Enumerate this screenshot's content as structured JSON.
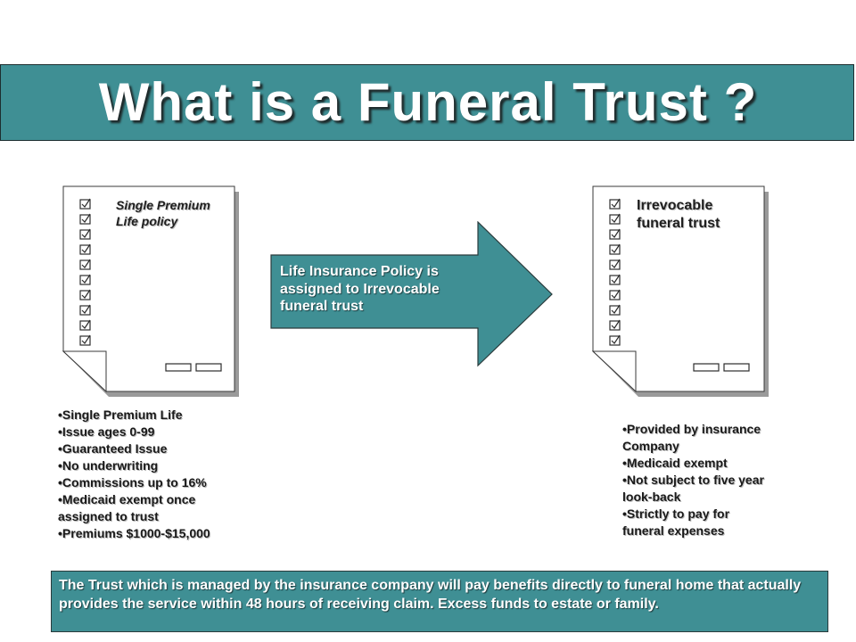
{
  "title": "What is a Funeral Trust ?",
  "left_document": {
    "label": "Single Premium Life policy",
    "bullets": [
      "Single Premium Life",
      "Issue ages 0-99",
      "Guaranteed Issue",
      "No underwriting",
      "Commissions up to 16%",
      "Medicaid exempt once assigned to trust",
      "Premiums $1000-$15,000"
    ]
  },
  "arrow": {
    "text": "Life Insurance Policy is assigned to Irrevocable funeral trust"
  },
  "right_document": {
    "label": "Irrevocable funeral trust",
    "bullets": [
      "Provided by insurance Company",
      "Medicaid exempt",
      "Not subject to five year look-back",
      "Strictly to pay for funeral expenses"
    ]
  },
  "footer": {
    "text": "The Trust which is managed by the insurance company will pay benefits directly to funeral home that actually provides the service within 48 hours of receiving claim.  Excess funds to estate or family."
  },
  "colors": {
    "teal": "#3f8f94",
    "white": "#ffffff",
    "dark": "#1a1a1a"
  }
}
